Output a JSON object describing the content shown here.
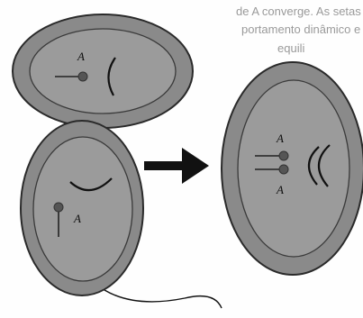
{
  "background_text": {
    "line1": "de A converge. As setas il",
    "line2": "portamento dinâmico e",
    "line3": "equili"
  },
  "labels": {
    "cell_top": "A",
    "cell_bottom": "A",
    "cell_right_upper": "A",
    "cell_right_lower": "A"
  },
  "colors": {
    "cell_fill": "#8a8a8a",
    "cell_inner": "#9b9b9b",
    "cell_stroke": "#2a2a2a",
    "arrow": "#111111"
  },
  "icons": {
    "transition_arrow": "right-arrow-icon"
  }
}
